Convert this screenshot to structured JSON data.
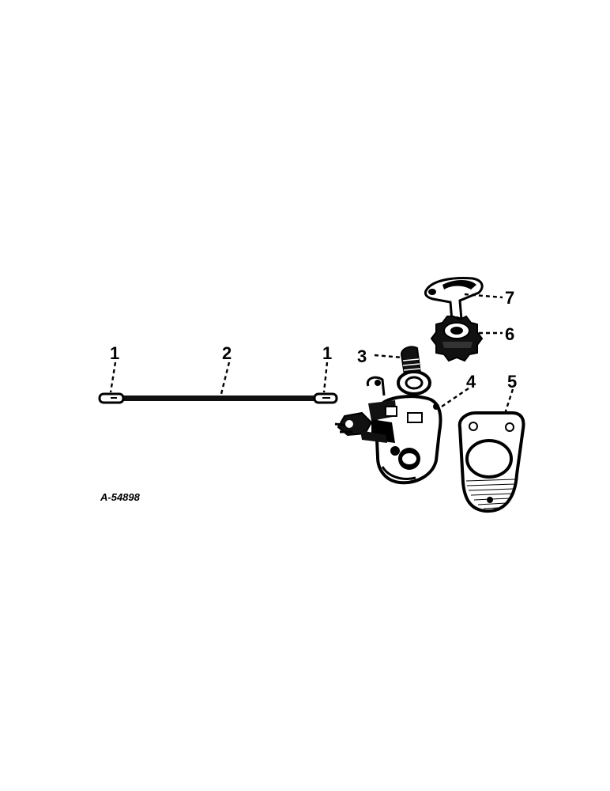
{
  "diagram": {
    "figure_id": "A-54898",
    "callouts": {
      "c1_left": "1",
      "c2": "2",
      "c1_right": "1",
      "c3": "3",
      "c4": "4",
      "c5": "5",
      "c6": "6",
      "c7": "7"
    }
  }
}
